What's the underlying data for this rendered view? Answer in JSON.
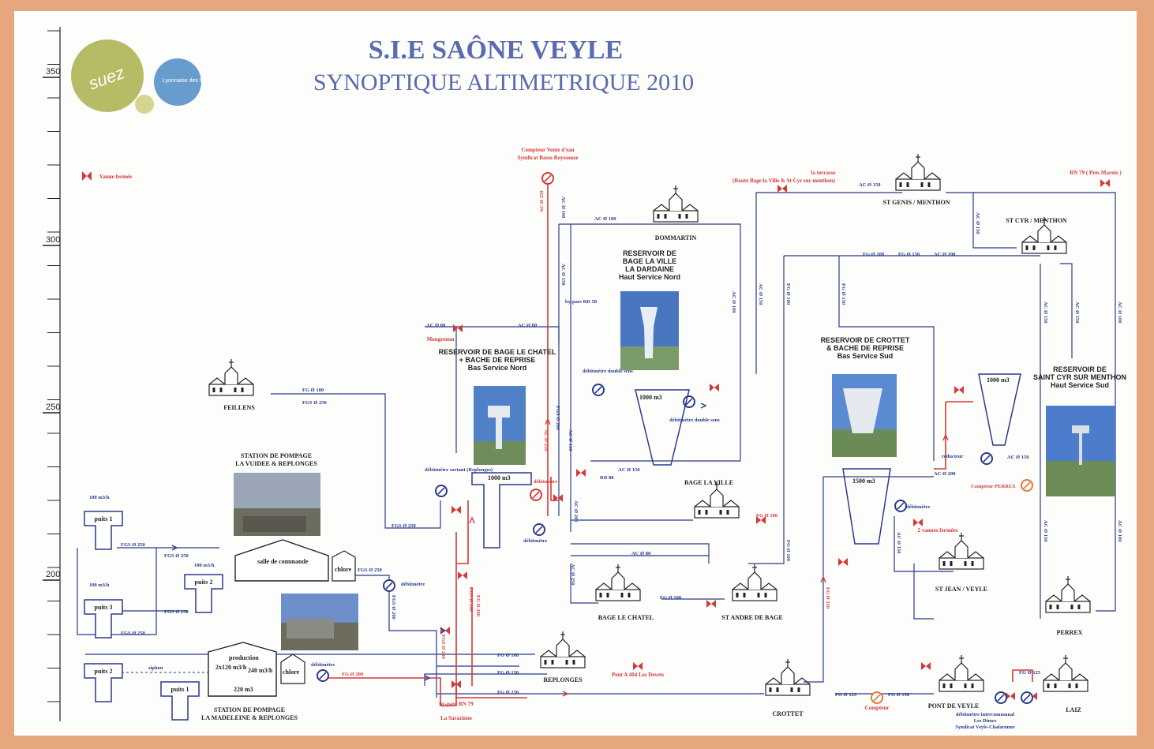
{
  "title": "S.I.E SAÔNE VEYLE",
  "subtitle": "SYNOPTIQUE ALTIMETRIQUE 2010",
  "scale": {
    "ticks": [
      "350",
      "300",
      "250",
      "200"
    ]
  },
  "legend": {
    "closed_valve": "Vanne fermée"
  },
  "logos": {
    "suez": "suez",
    "lyonnaise": "Lyonnaise des Eaux"
  },
  "meters": {
    "vente": "Compteur Vente d'eau",
    "vente2": "Syndicat Basse Reyssouze",
    "perrex": "Compteur PERREX",
    "compteur": "Compteur",
    "debitmetre": "débitmètre",
    "debitmetre_ds": "débitmètre double sens",
    "debitmetre_sortant": "débitmètre sortant (Replonges)",
    "debitmetre_inter": "débitmètre intercommunal",
    "les_dimes": "Les Dimes",
    "syndicat_vc": "Syndicat Veyle-Chalaronne"
  },
  "villages": {
    "feillens": "FEILLENS",
    "dommartin": "DOMMARTIN",
    "st_genis": "ST GENIS / MENTHON",
    "st_cyr": "ST CYR / MENTHON",
    "bage_la_ville": "BAGE LA VILLE",
    "bage_le_chatel": "BAGE LE CHATEL",
    "st_andre": "ST ANDRE DE BAGE",
    "replonges": "REPLONGES",
    "crottet": "CROTTET",
    "pont_de_veyle": "PONT DE VEYLE",
    "laiz": "LAIZ",
    "st_jean": "ST JEAN / VEYLE",
    "perrex": "PERREX"
  },
  "reservoirs": {
    "bage_ville": [
      "RESERVOIR DE",
      "BAGE LA VILLE",
      "LA DARDAINE",
      "Haut Service Nord"
    ],
    "bage_chatel": [
      "RESERVOIR DE BAGE LE CHATEL",
      "+ BACHE DE REPRISE",
      "Bas Service Nord"
    ],
    "crottet": [
      "RESERVOIR DE CROTTET",
      "& BACHE DE REPRISE",
      "Bas Service Sud"
    ],
    "st_cyr": [
      "RESERVOIR DE",
      "SAINT CYR SUR MENTHON",
      "Haut Service Sud"
    ],
    "vol_1000": "1000 m3",
    "vol_1500": "1500 m3"
  },
  "stations": {
    "vuidee": [
      "STATION DE POMPAGE",
      "LA VUIDEE & REPLONGES"
    ],
    "madeleine": [
      "STATION DE POMPAGE",
      "LA MADELEINE & REPLONGES"
    ],
    "salle": "salle de commande",
    "chlore": "chlore",
    "production": "production",
    "prod_cap": "2x120 m3/h",
    "prod_cap2": "240 m3/h",
    "prod_vol": "220 m3",
    "siphon": "siphon"
  },
  "wells": {
    "puits1": "puits 1",
    "puits2": "puits 2",
    "puits3": "puits 3",
    "flow100": "100 m3/h"
  },
  "pipes": {
    "fg100": "FG Ø 100",
    "fg150": "FG Ø 150",
    "fg250": "FG Ø 250",
    "fg200": "FG Ø 200",
    "fg125": "FG Ø 125",
    "fgs250": "FGS Ø 250",
    "fgs200": "FGS Ø 200",
    "ac80": "AC Ø 80",
    "ac100": "AC Ø 100",
    "ac150": "AC Ø 150",
    "ac200": "AC Ø 200",
    "ac250": "AC Ø 250"
  },
  "notes": {
    "mongrenon": "Mongrenon",
    "la_terrasse": "la terrasse",
    "route_bage": "(Route Bage la Ville & St Cyr sur menthon)",
    "rn79_pre": "RN 79 ( Près Marnis )",
    "bypass_rd": "by-pass RD 58",
    "rd80": "RD 80",
    "pont_404": "Pont A 404 Les Devets",
    "bypass_rn": "by-pass RN 79",
    "sarazinne": "La Sarazinne",
    "reducteur": "réducteur",
    "vannes_fermees": "2 vannes fermées"
  },
  "colors": {
    "blue": "#2b3a8e",
    "red": "#d23a3a",
    "frame": "#e7a77e"
  }
}
